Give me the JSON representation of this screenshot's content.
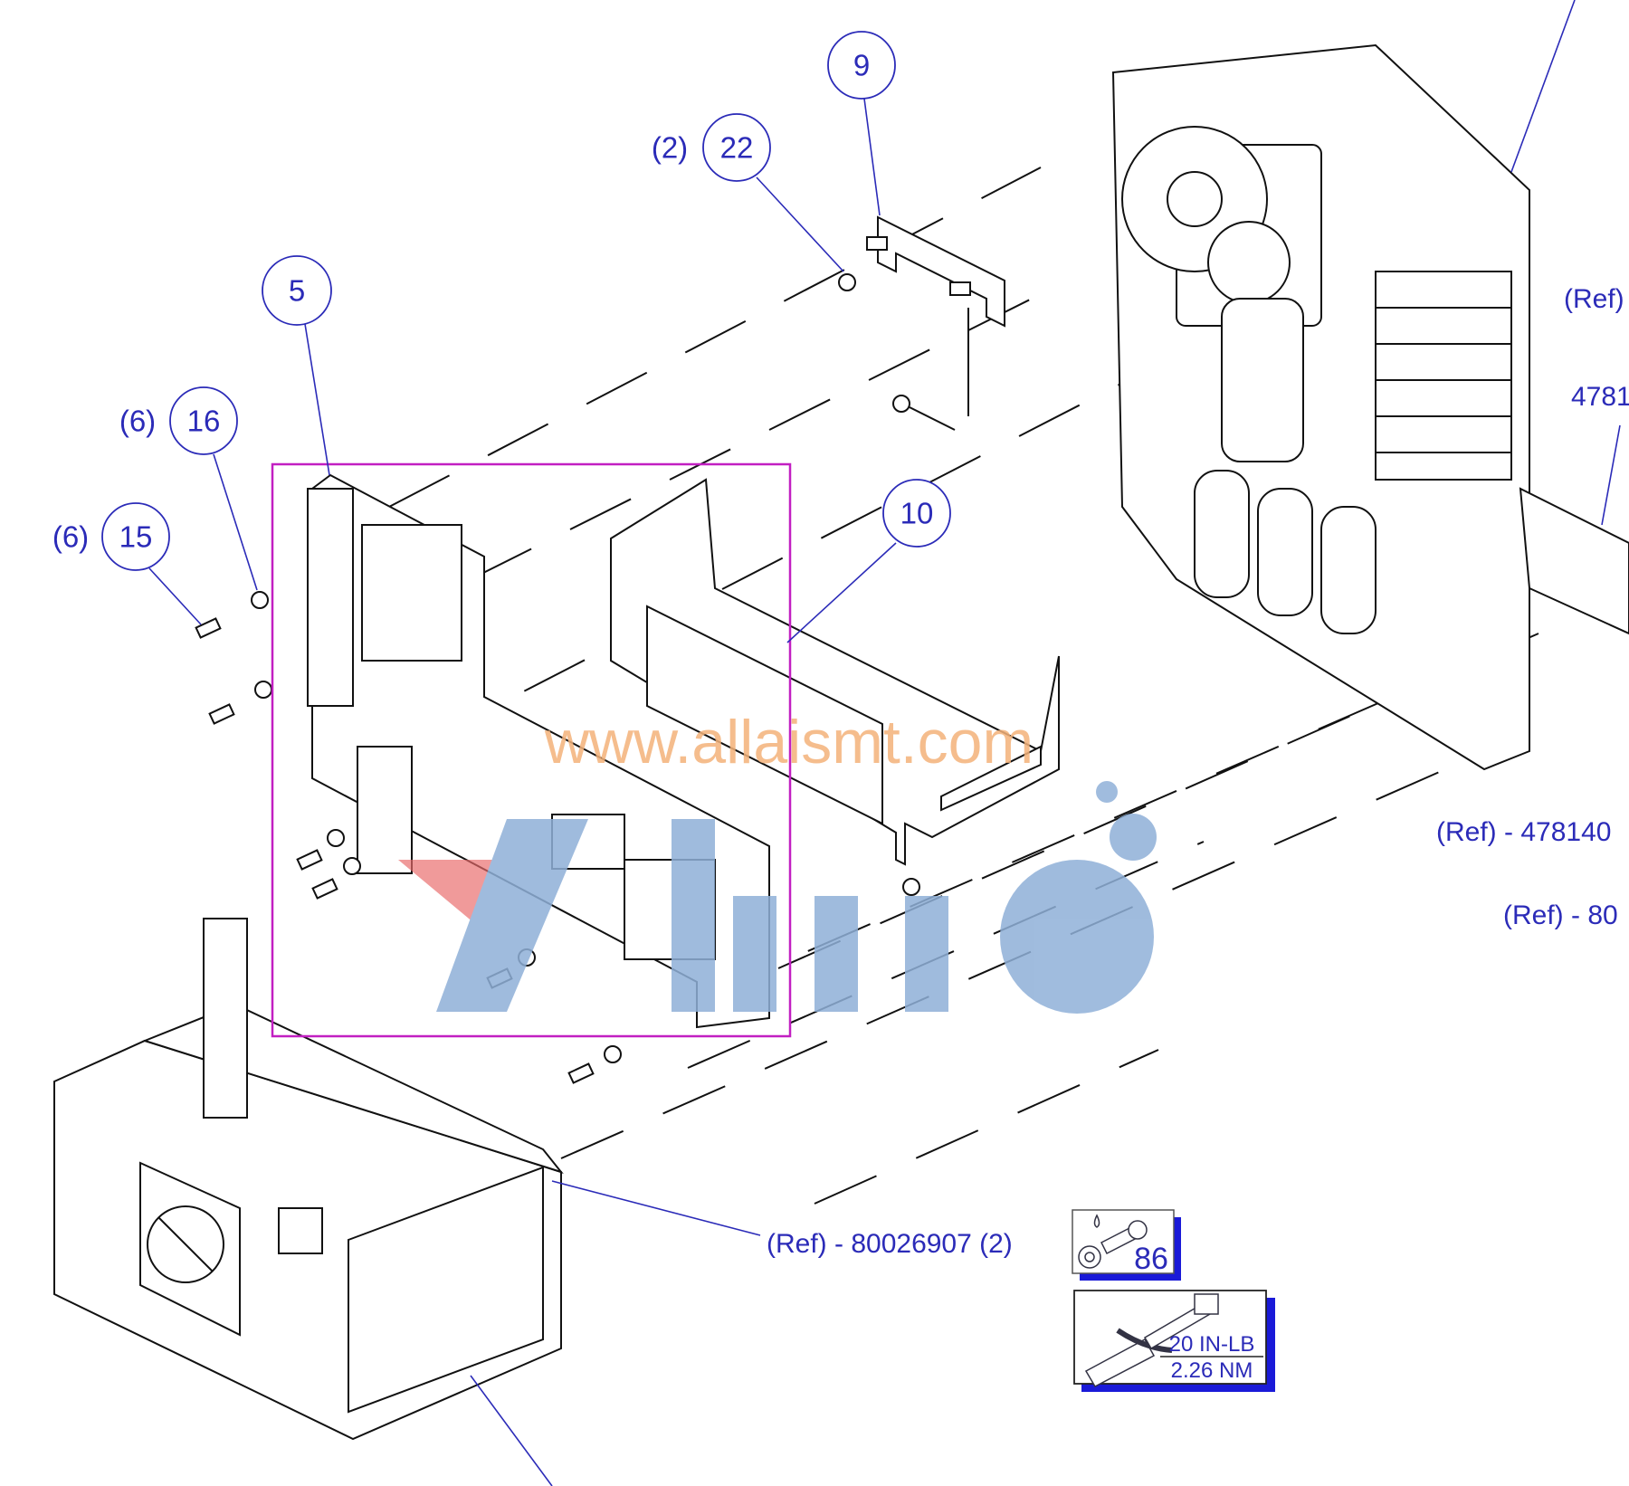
{
  "diagram": {
    "colors": {
      "callout": "#2b2bb8",
      "highlight": "#c21fc2",
      "watermark_text": "#f4b27a",
      "logo": "#8fb0d8",
      "logo_red": "#e86a6a"
    },
    "callouts": [
      {
        "number": "9",
        "qty": ""
      },
      {
        "number": "22",
        "qty": "(2)"
      },
      {
        "number": "5",
        "qty": ""
      },
      {
        "number": "16",
        "qty": "(6)"
      },
      {
        "number": "15",
        "qty": "(6)"
      },
      {
        "number": "10",
        "qty": ""
      }
    ],
    "refs": {
      "ref_top_right": "(Ref)",
      "ref_part_4781": "4781",
      "ref_478140": "(Ref) - 478140",
      "ref_80": "(Ref) - 80",
      "ref_80026907": "(Ref) - 80026907 (2)"
    },
    "spec_boxes": {
      "threadlock": {
        "icon": "nut-bolt-drop-icon",
        "value": "86"
      },
      "torque": {
        "icon": "torque-wrench-icon",
        "imperial": "20 IN-LB",
        "metric": "2.26 NM"
      }
    },
    "watermark": {
      "text": "www.allaismt.com",
      "logo_text": "xhuo"
    }
  }
}
